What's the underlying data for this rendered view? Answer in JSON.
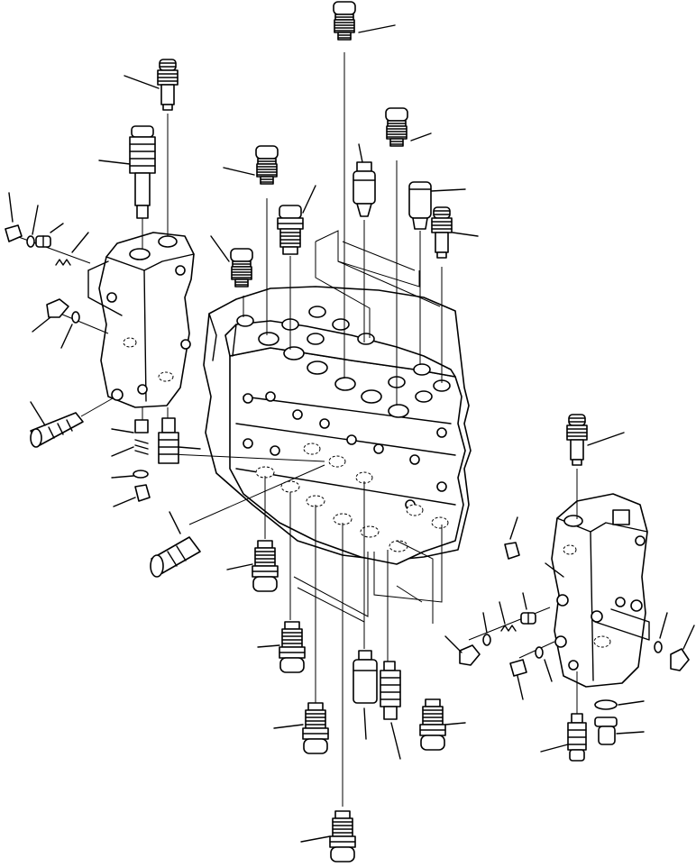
{
  "figure": {
    "type": "exploded-parts-diagram",
    "callout_labels_visible": false,
    "line_color": "#000000",
    "background_color": "#ffffff",
    "assemblies": [
      "left-valve-section",
      "main-control-valve-block",
      "right-valve-section"
    ]
  }
}
